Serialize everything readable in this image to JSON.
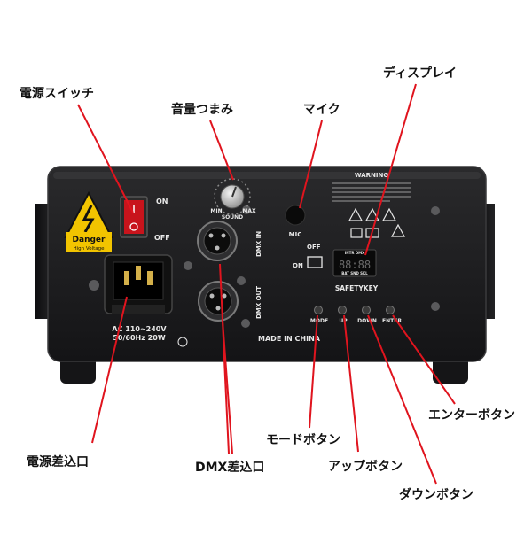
{
  "callouts": {
    "power_switch": "電源スイッチ",
    "volume_knob": "音量つまみ",
    "mic": "マイク",
    "display": "ディスプレイ",
    "power_inlet": "電源差込口",
    "dmx_inlet": "DMX差込口",
    "mode_button": "モードボタン",
    "up_button": "アップボタン",
    "down_button": "ダウンボタン",
    "enter_button": "エンターボタン"
  },
  "panel": {
    "warning_title": "WARNING",
    "on_label": "ON",
    "off_label": "OFF",
    "danger_line1": "Danger",
    "danger_line2": "High Voltage",
    "knob_min": "MIN",
    "knob_max": "MAX",
    "sound_label": "SOUND",
    "mic_label": "MIC",
    "dmx_in": "DMX IN",
    "dmx_out": "DMX OUT",
    "key_off": "OFF",
    "key_on": "ON",
    "safety_key": "SAFETYKEY",
    "display_digits": "88:88",
    "display_top": "INTR DMX",
    "display_bottom": "BAT SND SKL",
    "btn_mode": "MODE",
    "btn_up": "UP",
    "btn_down": "DOWN",
    "btn_enter": "ENTER",
    "made_in": "MADE IN CHINA",
    "voltage": "AC 110~240V",
    "freq_power": "50/60Hz 20W"
  },
  "colors": {
    "leader": "#e0141e",
    "body": "#1d1d1f",
    "switch_red": "#c8141c",
    "danger_yellow": "#f2c400"
  }
}
